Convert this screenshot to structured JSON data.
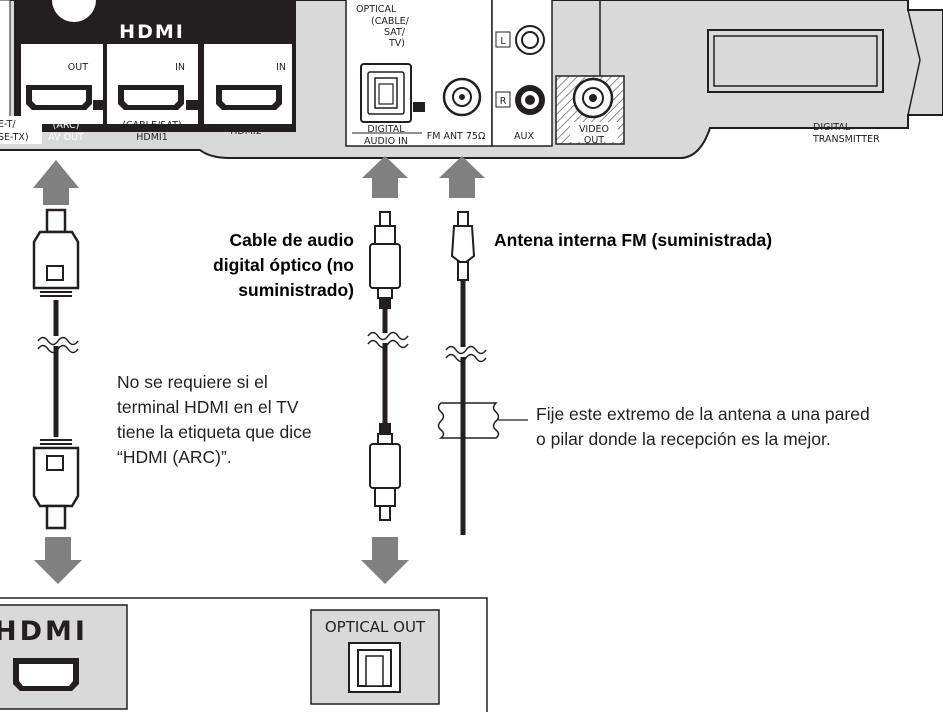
{
  "unit_panel": {
    "hdmi_logo": "HDMI",
    "hdmi_out_label": "OUT",
    "hdmi_in1_label": "IN",
    "hdmi_in2_label": "IN",
    "left_cut_label_1": "E-T/",
    "left_cut_label_2": "SE-TX)",
    "arc_label_1": "(ARC)",
    "arc_label_2": "AV OUT",
    "hdmi1_label_1": "(CABLE/SAT)",
    "hdmi1_label_2": "HDMI1",
    "hdmi2_label": "HDMI2",
    "optical_label_1": "OPTICAL",
    "optical_label_2": "(CABLE/",
    "optical_label_3": "SAT/",
    "optical_label_4": "TV)",
    "digital_audio_in_1": "DIGITAL",
    "digital_audio_in_2": "AUDIO IN",
    "fm_ant_label": "FM ANT 75Ω",
    "aux_left_mark": "L",
    "aux_right_mark": "R",
    "aux_label": "AUX",
    "video_out_1": "VIDEO",
    "video_out_2": "OUT",
    "digital_transmitter_1": "DIGITAL",
    "digital_transmitter_2": "TRANSMITTER"
  },
  "callouts": {
    "optical_cable_1": "Cable de audio",
    "optical_cable_2": "digital óptico (no",
    "optical_cable_3": "suministrado)",
    "fm_antenna": "Antena interna FM (suministrada)",
    "arc_note_1": "No se requiere si el",
    "arc_note_2": "terminal HDMI en el TV",
    "arc_note_3": "tiene la etiqueta que dice",
    "arc_note_4": "“HDMI (ARC)”.",
    "antenna_note_1": "Fije este extremo de la antena a una pared",
    "antenna_note_2": "o pilar donde la recepción es la mejor."
  },
  "tv_panel": {
    "hdmi_logo": "HDMI",
    "optical_out_label": "OPTICAL OUT"
  },
  "colors": {
    "panel_fill": "#d9d9d9",
    "hdmi_block": "#231f20",
    "arrow_gray": "#808080",
    "line": "#231f20"
  }
}
